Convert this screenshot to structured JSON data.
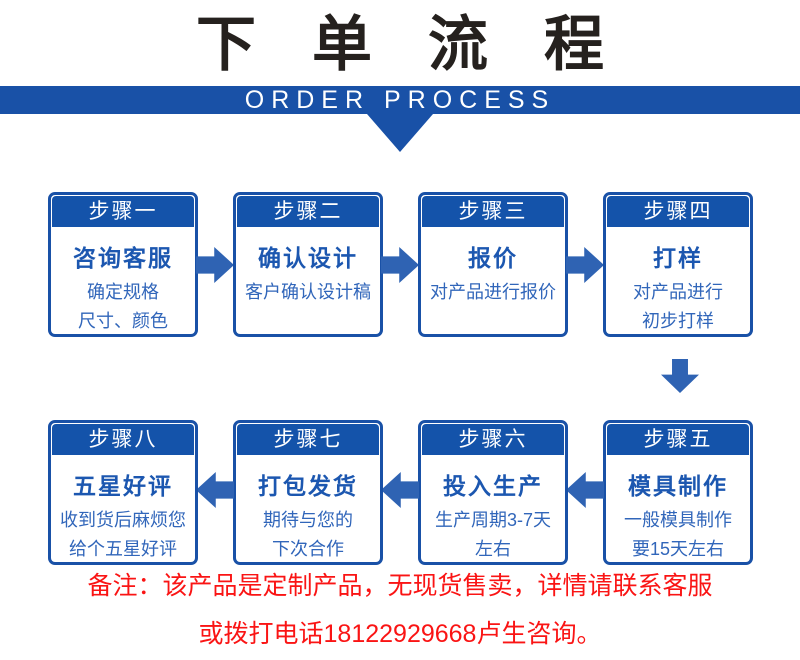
{
  "header": {
    "title": "下单流程",
    "subtitle": "ORDER PROCESS"
  },
  "steps": [
    {
      "label": "步骤一",
      "title": "咨询客服",
      "lines": [
        "确定规格",
        "尺寸、颜色"
      ]
    },
    {
      "label": "步骤二",
      "title": "确认设计",
      "lines": [
        "客户确认设计稿"
      ]
    },
    {
      "label": "步骤三",
      "title": "报价",
      "lines": [
        "对产品进行报价"
      ]
    },
    {
      "label": "步骤四",
      "title": "打样",
      "lines": [
        "对产品进行",
        "初步打样"
      ]
    },
    {
      "label": "步骤五",
      "title": "模具制作",
      "lines": [
        "一般模具制作",
        "要15天左右"
      ]
    },
    {
      "label": "步骤六",
      "title": "投入生产",
      "lines": [
        "生产周期3-7天",
        "左右"
      ]
    },
    {
      "label": "步骤七",
      "title": "打包发货",
      "lines": [
        "期待与您的",
        "下次合作"
      ]
    },
    {
      "label": "步骤八",
      "title": "五星好评",
      "lines": [
        "收到货后麻烦您",
        "给个五星好评"
      ]
    }
  ],
  "note": {
    "line1": "备注：该产品是定制产品，无现货售卖，详情请联系客服",
    "line2": "或拨打电话18122929668卢生咨询。"
  },
  "colors": {
    "primary_blue": "#1951a7",
    "arrow_blue": "#2f63b3",
    "card_text_blue": "#1c57b0",
    "note_red": "#fa1414",
    "title_black": "#25211e"
  }
}
